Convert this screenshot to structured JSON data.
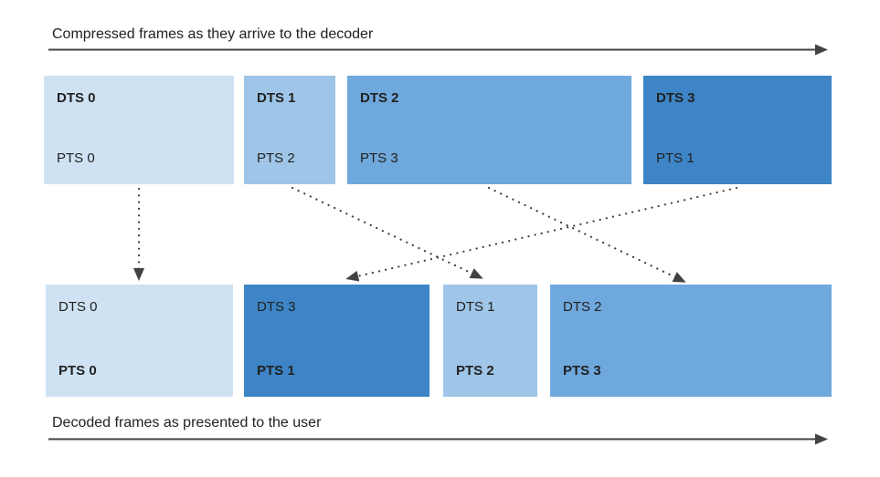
{
  "colors": {
    "frame_light": "#cfe2f3",
    "frame_medium_light": "#9fc5e8",
    "frame_medium": "#6fa8dc",
    "frame_dark": "#3d85c6",
    "arrow": "#424242",
    "text": "#212121"
  },
  "compressed_track": {
    "label": "Compressed frames as they arrive to the decoder",
    "frames": [
      {
        "dts": "DTS 0",
        "pts": "PTS 0"
      },
      {
        "dts": "DTS 1",
        "pts": "PTS 2"
      },
      {
        "dts": "DTS 2",
        "pts": "PTS 3"
      },
      {
        "dts": "DTS 3",
        "pts": "PTS 1"
      }
    ]
  },
  "decoded_track": {
    "label": "Decoded frames as presented to the user",
    "frames": [
      {
        "dts": "DTS 0",
        "pts": "PTS 0"
      },
      {
        "dts": "DTS 3",
        "pts": "PTS 1"
      },
      {
        "dts": "DTS 1",
        "pts": "PTS 2"
      },
      {
        "dts": "DTS 2",
        "pts": "PTS 3"
      }
    ]
  }
}
